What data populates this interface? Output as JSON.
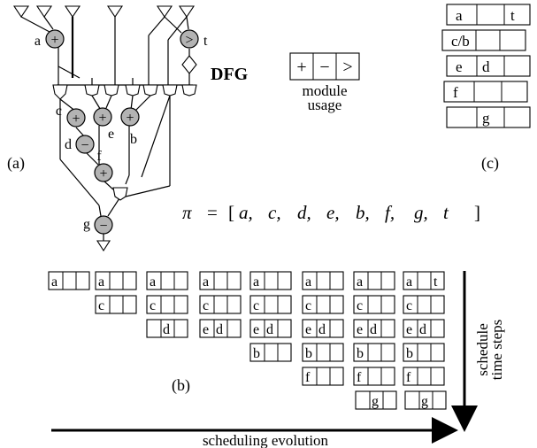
{
  "dfg": {
    "title": "DFG",
    "nodes": [
      {
        "id": "a",
        "op": "+"
      },
      {
        "id": "t",
        "op": ">"
      },
      {
        "id": "c",
        "op": "+"
      },
      {
        "id": "e",
        "op": "+"
      },
      {
        "id": "b",
        "op": "+"
      },
      {
        "id": "d",
        "op": "−"
      },
      {
        "id": "f",
        "op": "+"
      },
      {
        "id": "g",
        "op": "−"
      }
    ]
  },
  "module_usage": {
    "ops": [
      "+",
      "−",
      ">"
    ],
    "label_line1": "module",
    "label_line2": "usage"
  },
  "panel_labels": {
    "a": "(a)",
    "b": "(b)",
    "c": "(c)"
  },
  "pi": {
    "symbol": "π",
    "equals": "=",
    "order": [
      "a",
      "c",
      "d",
      "e",
      "b",
      "f",
      "g",
      "t"
    ]
  },
  "final_schedule": [
    [
      "a",
      "",
      "t"
    ],
    [
      "c/b",
      "",
      ""
    ],
    [
      "e",
      "d",
      ""
    ],
    [
      "f",
      "",
      ""
    ],
    [
      "",
      "g",
      ""
    ]
  ],
  "evolution": [
    [
      [
        "a",
        "",
        ""
      ]
    ],
    [
      [
        "a",
        "",
        ""
      ],
      [
        "c",
        "",
        ""
      ]
    ],
    [
      [
        "a",
        "",
        ""
      ],
      [
        "c",
        "",
        ""
      ],
      [
        "",
        "d",
        ""
      ]
    ],
    [
      [
        "a",
        "",
        ""
      ],
      [
        "c",
        "",
        ""
      ],
      [
        "e",
        "d",
        ""
      ]
    ],
    [
      [
        "a",
        "",
        ""
      ],
      [
        "c",
        "",
        ""
      ],
      [
        "e",
        "d",
        ""
      ],
      [
        "b",
        "",
        ""
      ]
    ],
    [
      [
        "a",
        "",
        ""
      ],
      [
        "c",
        "",
        ""
      ],
      [
        "e",
        "d",
        ""
      ],
      [
        "b",
        "",
        ""
      ],
      [
        "f",
        "",
        ""
      ]
    ],
    [
      [
        "a",
        "",
        ""
      ],
      [
        "c",
        "",
        ""
      ],
      [
        "e",
        "d",
        ""
      ],
      [
        "b",
        "",
        ""
      ],
      [
        "f",
        "",
        ""
      ],
      [
        "",
        "g",
        ""
      ]
    ],
    [
      [
        "a",
        "",
        "t"
      ],
      [
        "c",
        "",
        ""
      ],
      [
        "e",
        "d",
        ""
      ],
      [
        "b",
        "",
        ""
      ],
      [
        "f",
        "",
        ""
      ],
      [
        "",
        "g",
        ""
      ]
    ]
  ],
  "axes": {
    "vertical_line1": "schedule",
    "vertical_line2": "time steps",
    "horizontal": "scheduling evolution"
  }
}
